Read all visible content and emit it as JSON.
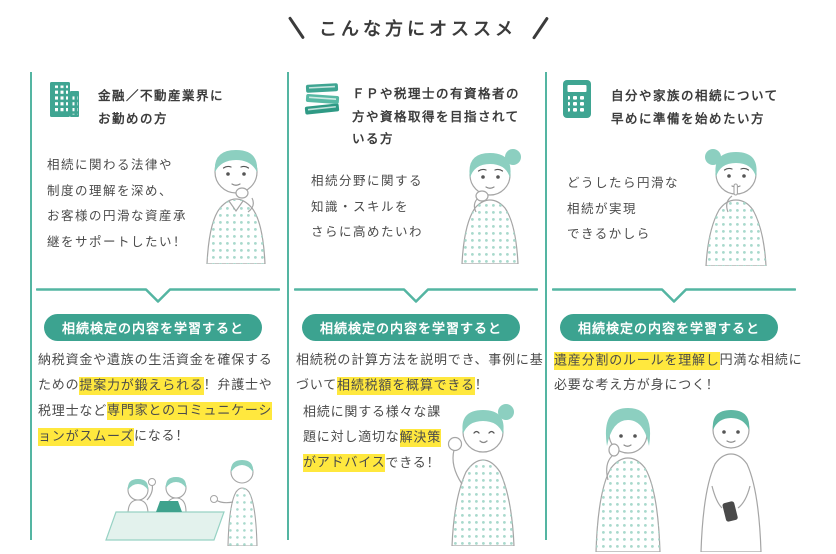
{
  "title": "こんな方にオススメ",
  "theme": {
    "teal": "#3fa592",
    "teal_line": "#54b5a2",
    "badge_background": "#3ca390",
    "highlight_yellow": "#ffe83e",
    "text_color": "#4b4b4b"
  },
  "columns": [
    {
      "icon": "building-icon",
      "heading": "金融／不動産業界に\nお勤めの方",
      "thought": "相続に関わる法律や\n制度の理解を深め、\nお客様の円滑な資産承\n継をサポートしたい！",
      "badge": "相続検定の内容を学習すると",
      "body": [
        [
          {
            "text": "納税資金や遺族の生活資金を確保するための",
            "highlight": false
          },
          {
            "text": "提案力が鍛えられる",
            "highlight": true
          },
          {
            "text": "！弁護士や税理士など",
            "highlight": false
          },
          {
            "text": "専門家とのコミュニケーションがスムーズ",
            "highlight": true
          },
          {
            "text": "になる！",
            "highlight": false
          }
        ]
      ],
      "illustrations": [
        "man-thinking",
        "meeting-scene"
      ]
    },
    {
      "icon": "books-icon",
      "heading": "ＦＰや税理士の有資格者の\n方や資格取得を目指されて\nいる方",
      "thought": "相続分野に関する\n知識・スキルを\nさらに高めたいわ",
      "badge": "相続検定の内容を学習すると",
      "body": [
        [
          {
            "text": "相続税の計算方法を説明でき、事例に基づいて",
            "highlight": false
          },
          {
            "text": "相続税額を概算できる",
            "highlight": true
          },
          {
            "text": "！",
            "highlight": false
          }
        ],
        [
          {
            "text": "相続に関する様々な課題に対し適切な",
            "highlight": false
          },
          {
            "text": "解決策がアドバイス",
            "highlight": true
          },
          {
            "text": "できる！",
            "highlight": false
          }
        ]
      ],
      "illustrations": [
        "woman-thinking",
        "woman-cheering"
      ]
    },
    {
      "icon": "calculator-icon",
      "heading": "自分や家族の相続について\n早めに準備を始めたい方",
      "thought": "どうしたら円滑な\n相続が実現\nできるかしら",
      "badge": "相続検定の内容を学習すると",
      "body": [
        [
          {
            "text": "遺産分割のルールを理解し",
            "highlight": true
          },
          {
            "text": "円満な相続に必要な考え方が身につく！",
            "highlight": false
          }
        ]
      ],
      "illustrations": [
        "woman-wondering",
        "couple-with-phone"
      ]
    }
  ]
}
